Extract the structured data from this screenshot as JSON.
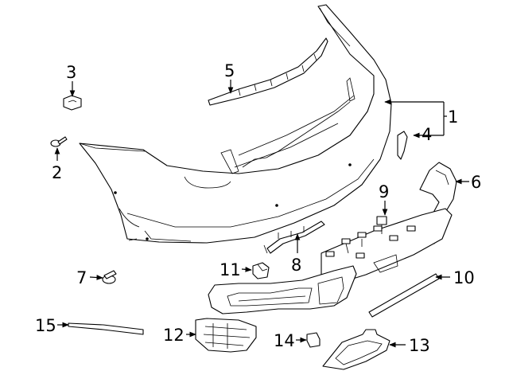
{
  "diagram": {
    "callouts": [
      {
        "id": "1",
        "label": "1"
      },
      {
        "id": "2",
        "label": "2"
      },
      {
        "id": "3",
        "label": "3"
      },
      {
        "id": "4",
        "label": "4"
      },
      {
        "id": "5",
        "label": "5"
      },
      {
        "id": "6",
        "label": "6"
      },
      {
        "id": "7",
        "label": "7"
      },
      {
        "id": "8",
        "label": "8"
      },
      {
        "id": "9",
        "label": "9"
      },
      {
        "id": "10",
        "label": "10"
      },
      {
        "id": "11",
        "label": "11"
      },
      {
        "id": "12",
        "label": "12"
      },
      {
        "id": "13",
        "label": "13"
      },
      {
        "id": "14",
        "label": "14"
      },
      {
        "id": "15",
        "label": "15"
      }
    ],
    "colors": {
      "ink": "#000000",
      "background": "#ffffff"
    }
  }
}
